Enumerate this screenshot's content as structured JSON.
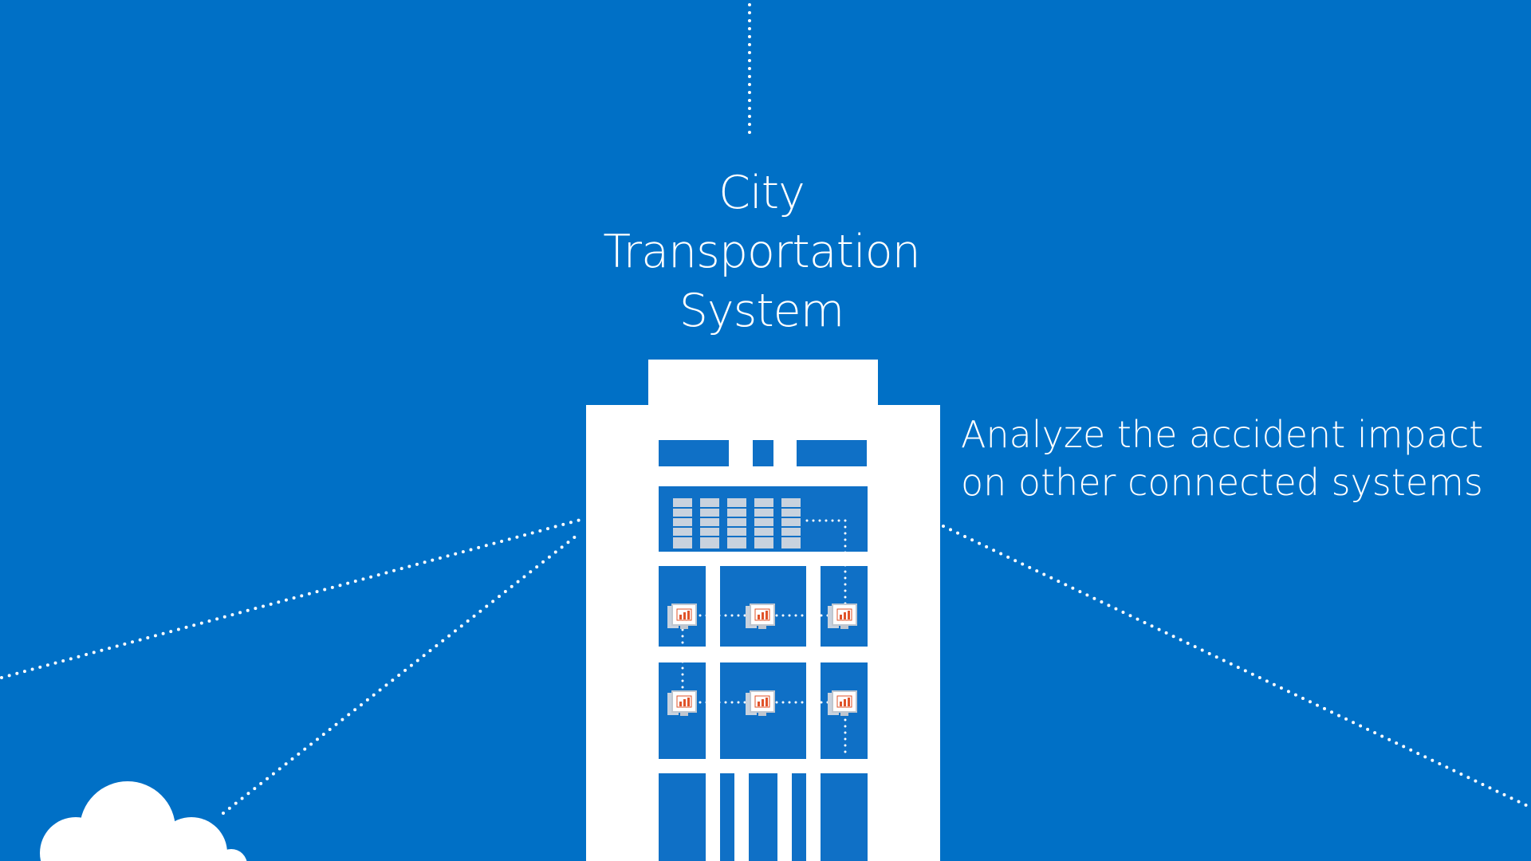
{
  "building": {
    "title_lines": [
      "City",
      "Transportation",
      "System"
    ]
  },
  "callout": {
    "lines": [
      "Analyze the accident impact",
      "on other connected systems"
    ]
  },
  "colors": {
    "background": "#0070c6",
    "foreground": "#ffffff",
    "window_blue": "#0f70c6",
    "chart_accent": "#e0532a",
    "device_grey": "#bfc6cf"
  },
  "icons": {
    "server": "server-rack-icon",
    "workstation": "workstation-chart-icon",
    "cloud": "cloud-icon",
    "building": "building-icon"
  }
}
